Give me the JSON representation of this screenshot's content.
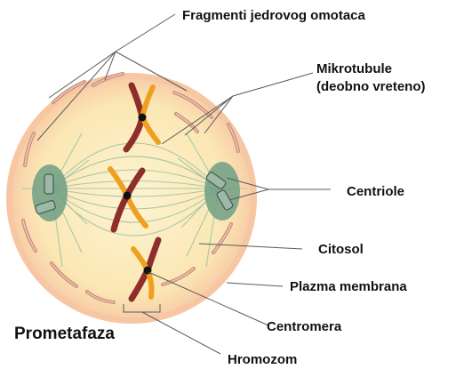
{
  "labels": {
    "nuclear_envelope_fragments": "Fragmenti jedrovog omotaca",
    "microtubules_line1": "Mikrotubule",
    "microtubules_line2": "(deobno vreteno)",
    "centrioles": "Centriole",
    "cytosol": "Citosol",
    "plasma_membrane": "Plazma membrana",
    "centromere": "Centromera",
    "chromosome": "Hromozom",
    "stage": "Prometafaza"
  },
  "colors": {
    "cytoplasm": "#fbe9b8",
    "membrane": "#f7c9a6",
    "spindle": "#a9c7a8",
    "centrosome": "#6f9f84",
    "chromatid_dark": "#8f2d2a",
    "chromatid_light": "#f0a020",
    "centromere_dot": "#111111"
  }
}
